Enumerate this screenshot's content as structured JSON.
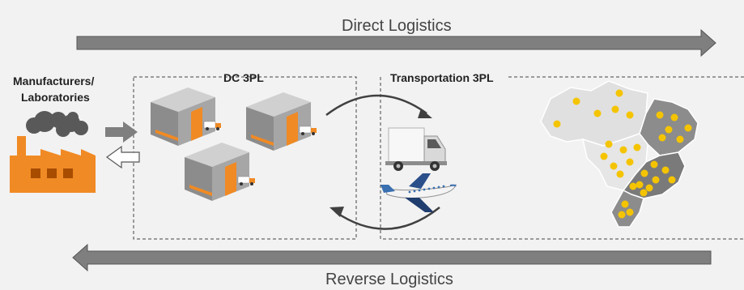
{
  "direct_logistics": "Direct Logistics",
  "reverse_logistics": "Reverse Logistics",
  "manufacturers": {
    "line1": "Manufacturers/",
    "line2": "Laboratories"
  },
  "dc": "DC 3PL",
  "transport": "Transportation 3PL",
  "colors": {
    "arrow": "#7f7f7f",
    "orange": "#f08a24",
    "gray_dark": "#7f7f7f",
    "gray_light": "#bfbfbf",
    "dot": "#f5c400",
    "plane_blue": "#3a6fb0"
  }
}
